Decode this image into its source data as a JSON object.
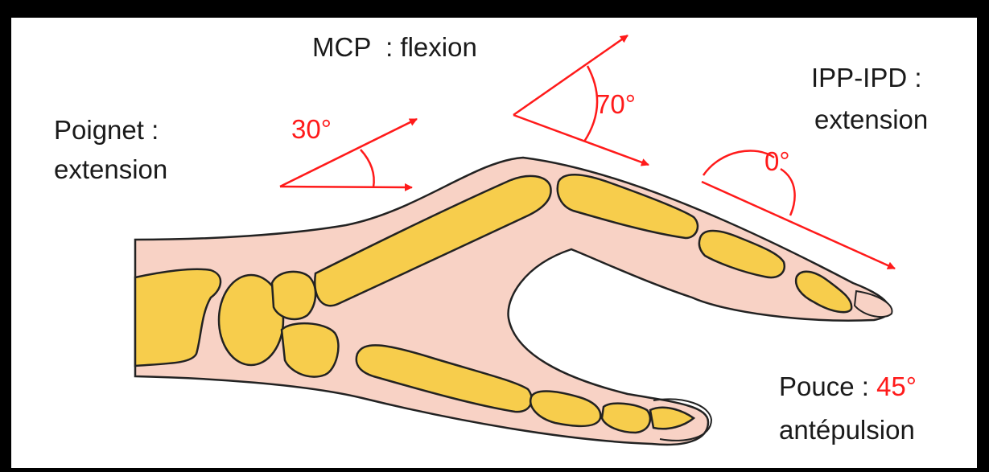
{
  "labels": {
    "wrist_line1": "Poignet :",
    "wrist_line2": "extension",
    "mcp": "MCP  : flexion",
    "ipp_line1": "IPP-IPD :",
    "ipp_line2": "extension",
    "thumb_prefix": "Pouce : ",
    "thumb_line2": "antépulsion"
  },
  "angles": {
    "wrist": "30°",
    "mcp": "70°",
    "ipp": "0°",
    "thumb": "45°"
  },
  "colors": {
    "frame": "#000000",
    "background": "#ffffff",
    "skin": "#f8d2c5",
    "bone": "#f7cd4c",
    "outline": "#222222",
    "angle_arrow": "#ff1a1a",
    "text": "#1a1a1a"
  }
}
